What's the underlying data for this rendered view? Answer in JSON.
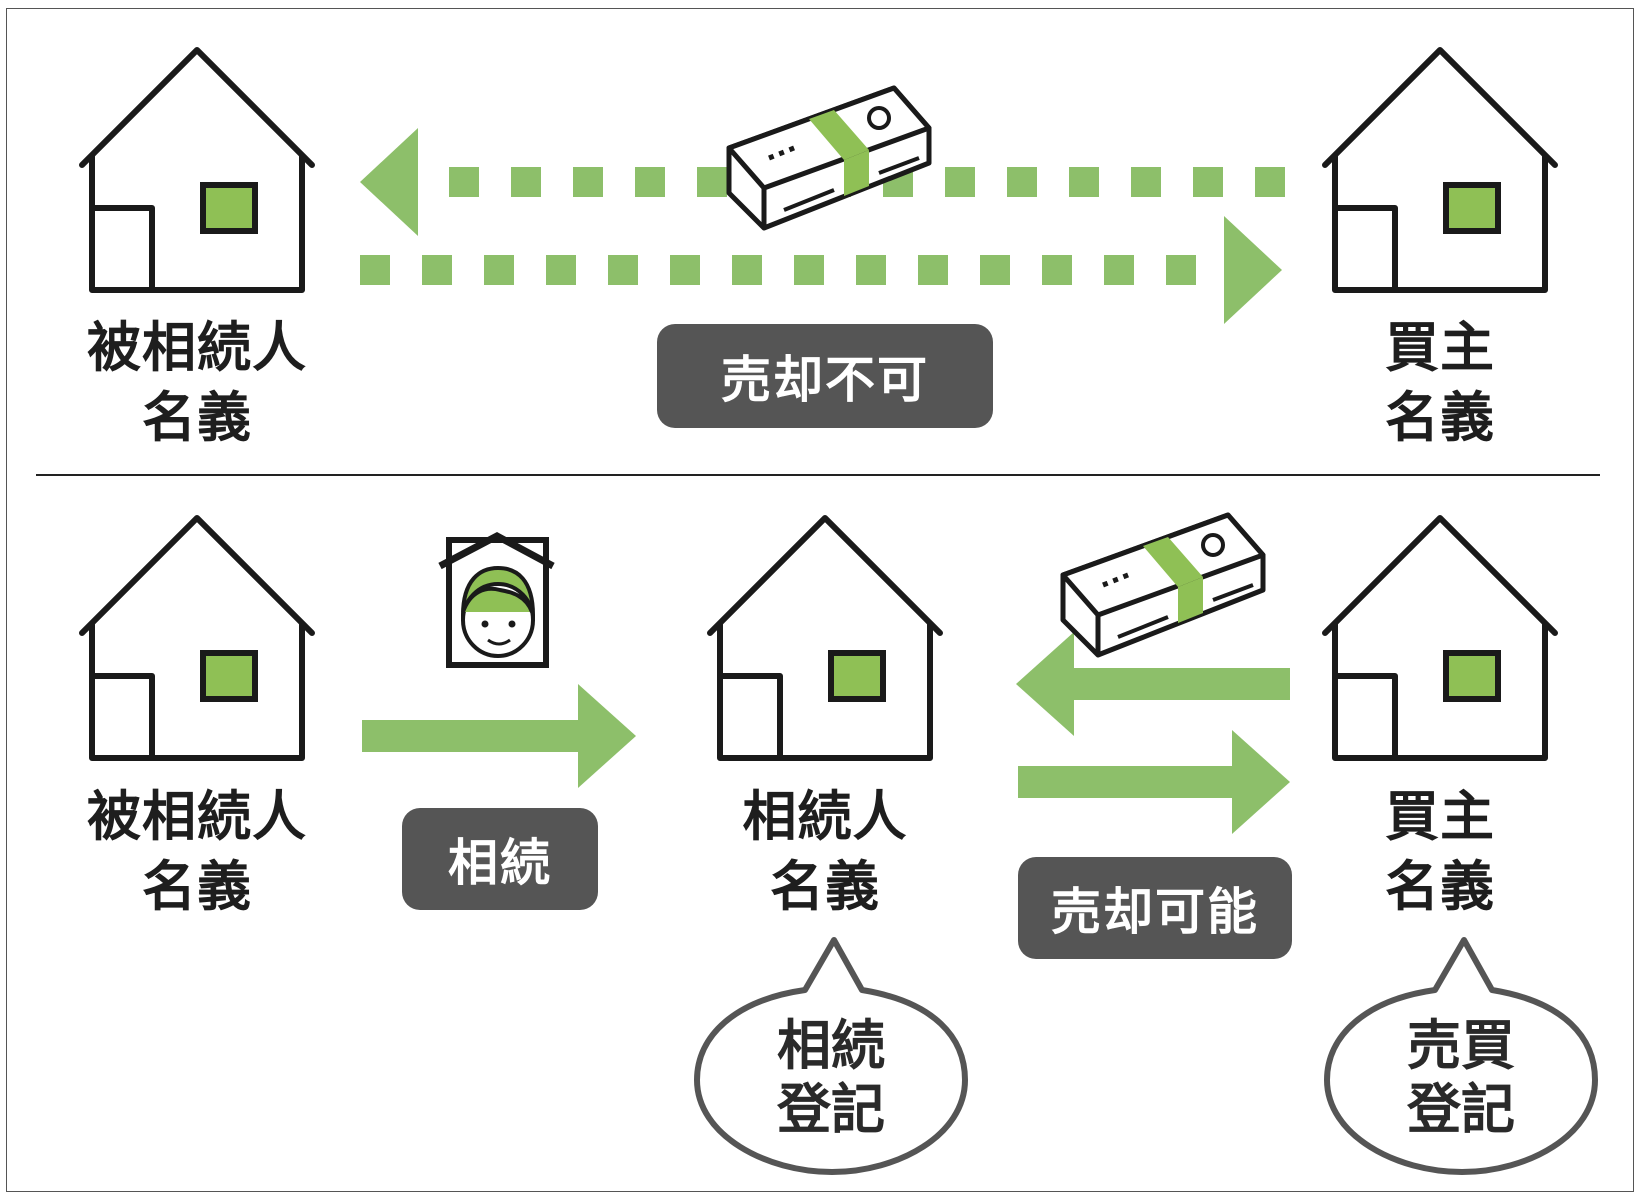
{
  "colors": {
    "green": "#8dbf6a",
    "window_green": "#8fc055",
    "pill_bg": "#555555",
    "line": "#1a1a1a"
  },
  "top": {
    "left_label": [
      "被相続人",
      "名義"
    ],
    "right_label": [
      "買主",
      "名義"
    ],
    "status": "売却不可"
  },
  "bottom": {
    "left_label": [
      "被相続人",
      "名義"
    ],
    "middle_label": [
      "相続人",
      "名義"
    ],
    "right_label": [
      "買主",
      "名義"
    ],
    "inherit_tag": "相続",
    "sale_status": "売却可能",
    "middle_bubble": [
      "相続",
      "登記"
    ],
    "right_bubble": [
      "売買",
      "登記"
    ]
  },
  "icons": [
    "house-icon",
    "money-bundle-icon",
    "portrait-icon"
  ]
}
